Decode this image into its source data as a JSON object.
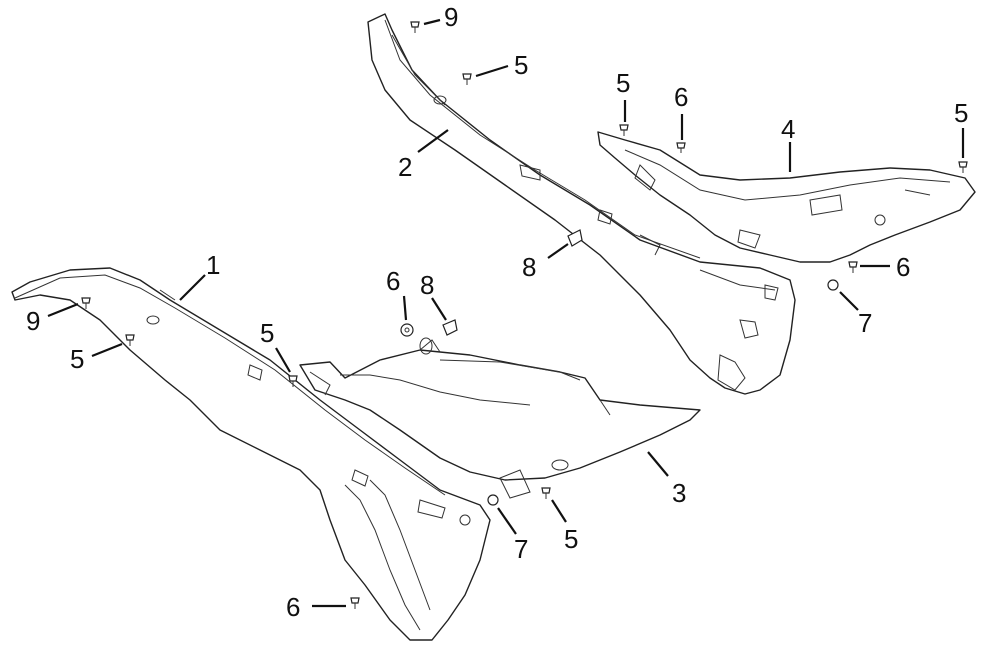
{
  "diagram": {
    "labels": {
      "part_1": "1",
      "part_2": "2",
      "part_3": "3",
      "part_4": "4",
      "part_5": "5",
      "part_6": "6",
      "part_7": "7",
      "part_8": "8",
      "part_9": "9"
    }
  }
}
